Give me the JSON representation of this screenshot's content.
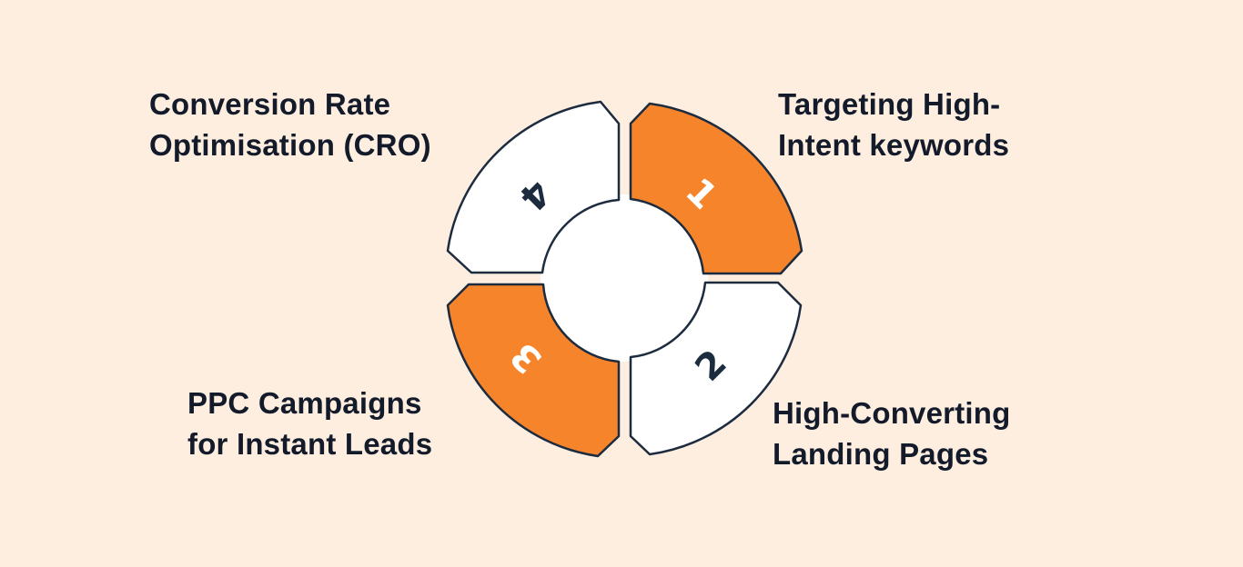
{
  "diagram": {
    "colors": {
      "background": "#fdeee0",
      "accent": "#f5842a",
      "light": "#ffffff",
      "outline": "#1d2b3f",
      "text": "#131a2a"
    },
    "steps": [
      {
        "number": "1",
        "lines": [
          "Targeting High-",
          "Intent keywords"
        ],
        "fill": "accent"
      },
      {
        "number": "2",
        "lines": [
          "High-Converting",
          "Landing Pages"
        ],
        "fill": "light"
      },
      {
        "number": "3",
        "lines": [
          "PPC Campaigns",
          "for Instant Leads"
        ],
        "fill": "accent"
      },
      {
        "number": "4",
        "lines": [
          "Conversion Rate",
          "Optimisation (CRO)"
        ],
        "fill": "light"
      }
    ]
  }
}
